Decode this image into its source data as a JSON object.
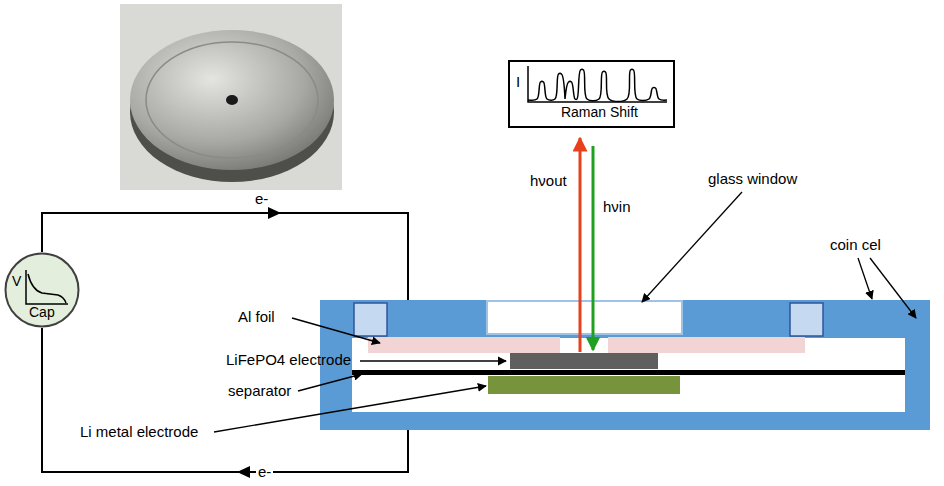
{
  "diagram": {
    "nodes": [
      {
        "text": [
          "V",
          "Cap"
        ]
      },
      {
        "text": [
          "I",
          "Raman Shift"
        ]
      }
    ],
    "labels": [
      "e-",
      "e-",
      "hνout",
      "hνin",
      "glass window",
      "coin cel",
      "Al foil",
      "LiFePO4 electrode",
      "separator",
      "Li metal electrode"
    ]
  }
}
